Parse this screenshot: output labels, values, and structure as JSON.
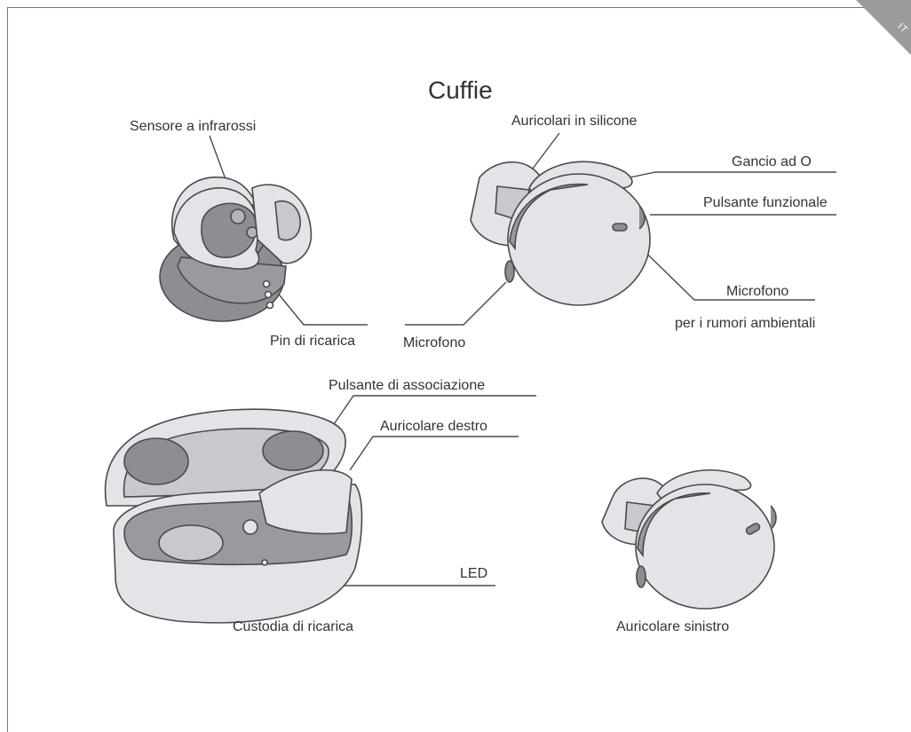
{
  "corner": {
    "lang": "IT"
  },
  "title": "Cuffie",
  "labels": {
    "infrared_sensor": "Sensore a infrarossi",
    "charging_pins": "Pin di ricarica",
    "microphone_front": "Microfono",
    "silicone_tips": "Auricolari in silicone",
    "o_hook": "Gancio ad O",
    "function_button": "Pulsante funzionale",
    "noise_mic_line1": "Microfono",
    "noise_mic_line2": "per i rumori ambientali",
    "pairing_button": "Pulsante di associazione",
    "right_earbud": "Auricolare destro",
    "led": "LED",
    "charging_case": "Custodia di ricarica",
    "left_earbud": "Auricolare sinistro"
  },
  "colors": {
    "line": "#555555",
    "fill_light": "#e4e3e8",
    "fill_mid": "#c9c8ce",
    "fill_dark": "#8e8d93",
    "stroke": "#4a4a4a"
  }
}
